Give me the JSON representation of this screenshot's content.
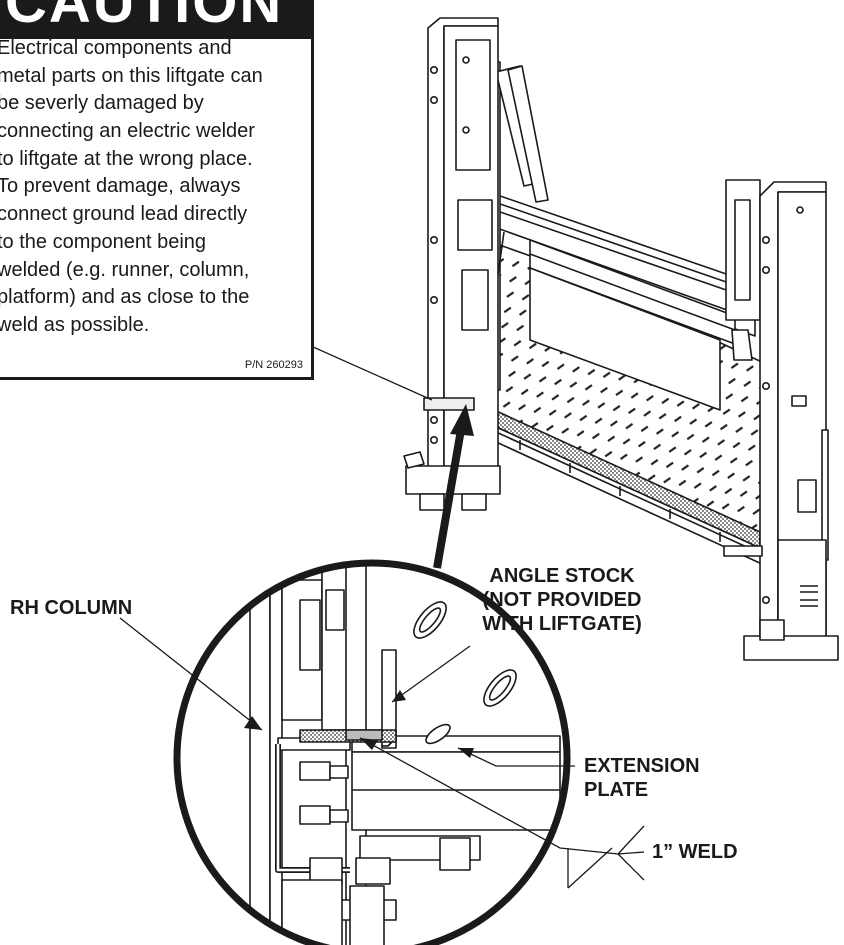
{
  "caution": {
    "heading": "CAUTION",
    "lines": [
      "Electrical components and",
      "metal parts on this liftgate can",
      "be severly damaged by",
      "connecting an electric welder",
      "to liftgate at the wrong place.",
      "To prevent damage, always",
      "connect ground lead directly",
      "to the component being",
      "welded (e.g. runner, column,",
      "platform) and as close to the",
      "weld as possible."
    ],
    "part_number": "P/N 260293"
  },
  "callouts": {
    "rh_column": "RH COLUMN",
    "angle_stock": [
      "ANGLE STOCK",
      "(NOT PROVIDED",
      "WITH LIFTGATE)"
    ],
    "extension_plate": [
      "EXTENSION",
      "PLATE"
    ],
    "weld": "1” WELD"
  }
}
